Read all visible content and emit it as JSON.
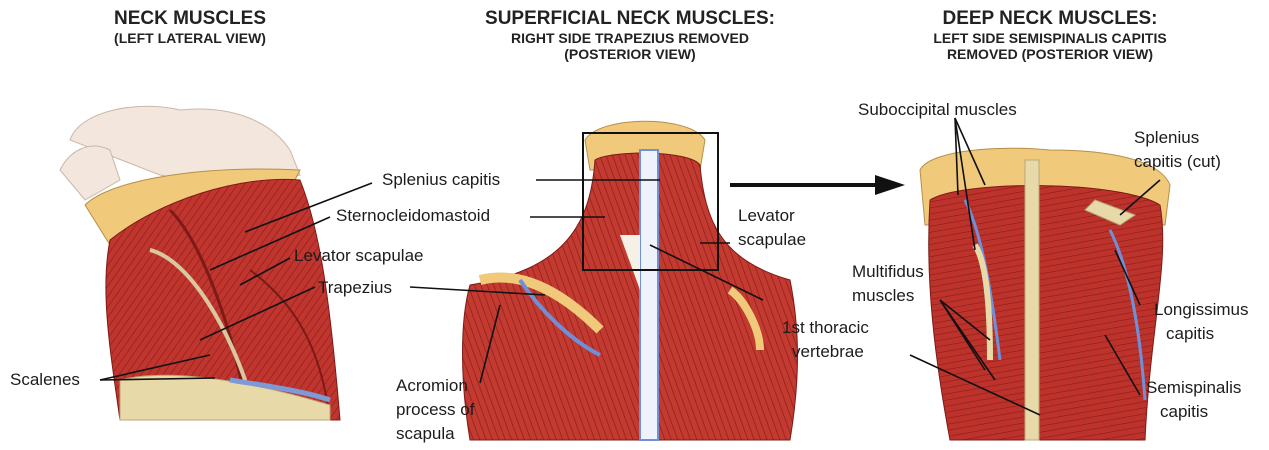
{
  "panels": {
    "left": {
      "title": "NECK MUSCLES",
      "subtitle": "(LEFT LATERAL VIEW)"
    },
    "middle": {
      "title": "SUPERFICIAL NECK MUSCLES:",
      "subtitle_line1": "RIGHT SIDE TRAPEZIUS REMOVED",
      "subtitle_line2": "(POSTERIOR VIEW)"
    },
    "right": {
      "title": "DEEP NECK MUSCLES:",
      "subtitle_line1": "LEFT SIDE SEMISPINALIS CAPITIS",
      "subtitle_line2": "REMOVED (POSTERIOR VIEW)"
    }
  },
  "labels": {
    "splenius_capitis": "Splenius capitis",
    "sternocleidomastoid": "Sternocleidomastoid",
    "levator_scapulae_left": "Levator scapulae",
    "trapezius": "Trapezius",
    "scalenes": "Scalenes",
    "levator_scapulae_mid_1": "Levator",
    "levator_scapulae_mid_2": "scapulae",
    "acromion_1": "Acromion",
    "acromion_2": "process of",
    "acromion_3": "scapula",
    "thoracic_1": "1st thoracic",
    "thoracic_2": "vertebrae",
    "suboccipital": "Suboccipital muscles",
    "splenius_cut_1": "Splenius",
    "splenius_cut_2": "capitis (cut)",
    "multifidus_1": "Multifidus",
    "multifidus_2": "muscles",
    "longissimus_1": "Longissimus",
    "longissimus_2": "capitis",
    "semispinalis_1": "Semispinalis",
    "semispinalis_2": "capitis"
  },
  "colors": {
    "muscle": "#c0352e",
    "muscle_dark": "#8f1f1c",
    "tendon": "#e8d9a8",
    "skin": "#f3e6dc",
    "bone": "#f0c97a",
    "nerve": "#6f8fd8",
    "leader": "#111111"
  }
}
